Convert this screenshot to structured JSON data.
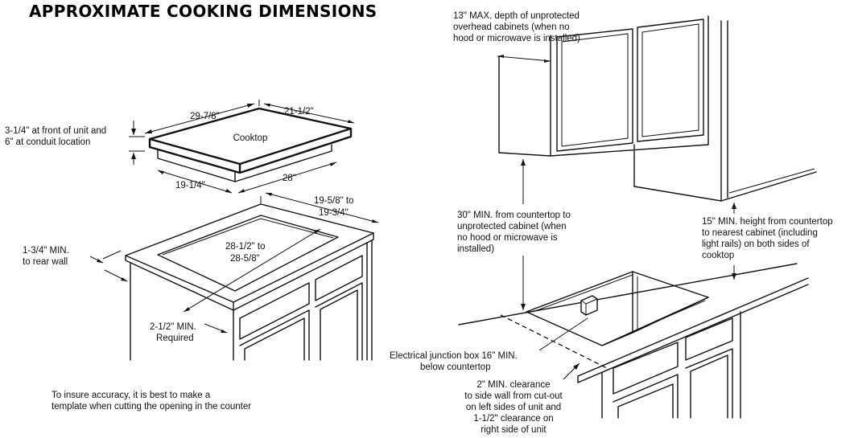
{
  "title": "APPROXIMATE COOKING DIMENSIONS",
  "cooktop": {
    "label": "Cooktop",
    "width_back": "29-7/8\"",
    "depth": "21-1/2\"",
    "height_note_1": "3-1/4\" at front of unit and",
    "height_note_2": "6\" at conduit location",
    "base_width": "28\"",
    "base_depth": "19-1/4\""
  },
  "cutout": {
    "depth_1": "19-5/8\" to",
    "depth_2": "19-3/4\"",
    "width_1": "28-1/2\" to",
    "width_2": "28-5/8\"",
    "rear_1": "1-3/4\" MIN.",
    "rear_2": "to rear wall",
    "front_1": "2-1/2\" MIN.",
    "front_2": "Required"
  },
  "accuracy_note": [
    "To insure accuracy, it is best to make a",
    "template when cutting the opening in the counter"
  ],
  "cabinet_depth_note": [
    "13\" MAX. depth of unprotected",
    "overhead cabinets (when no",
    "hood or microwave is installed)"
  ],
  "min_countertop_note": [
    "30\" MIN. from countertop to",
    "unprotected cabinet (when",
    "no hood or microwave is",
    "installed)"
  ],
  "side_cabinet_note": [
    "15\" MIN. height from countertop",
    "to nearest cabinet (including",
    "light rails) on both sides of",
    "cooktop"
  ],
  "junction_note": [
    "Electrical junction box 16\" MIN.",
    "below countertop"
  ],
  "clearance_note": [
    "2\" MIN. clearance",
    "to side wall from cut-out",
    "on left sides of unit and",
    "1-1/2\" clearance on",
    "right side of unit"
  ]
}
